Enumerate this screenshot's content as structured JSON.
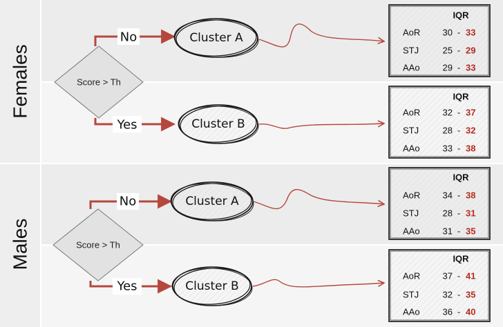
{
  "panels": [
    {
      "label": "Females",
      "decision": "Score > Th",
      "branches": [
        {
          "answer": "No",
          "cluster": "Cluster A",
          "table": {
            "header": "IQR",
            "rows": [
              {
                "name": "AoR",
                "low": "30",
                "sep": "-",
                "high": "33"
              },
              {
                "name": "STJ",
                "low": "25",
                "sep": "-",
                "high": "29"
              },
              {
                "name": "AAo",
                "low": "29",
                "sep": "-",
                "high": "33"
              }
            ]
          }
        },
        {
          "answer": "Yes",
          "cluster": "Cluster B",
          "table": {
            "header": "IQR",
            "rows": [
              {
                "name": "AoR",
                "low": "32",
                "sep": "-",
                "high": "37"
              },
              {
                "name": "STJ",
                "low": "28",
                "sep": "-",
                "high": "32"
              },
              {
                "name": "AAo",
                "low": "33",
                "sep": "-",
                "high": "38"
              }
            ]
          }
        }
      ]
    },
    {
      "label": "Males",
      "decision": "Score > Th",
      "branches": [
        {
          "answer": "No",
          "cluster": "Cluster A",
          "table": {
            "header": "IQR",
            "rows": [
              {
                "name": "AoR",
                "low": "34",
                "sep": "-",
                "high": "38"
              },
              {
                "name": "STJ",
                "low": "28",
                "sep": "-",
                "high": "31"
              },
              {
                "name": "AAo",
                "low": "31",
                "sep": "-",
                "high": "35"
              }
            ]
          }
        },
        {
          "answer": "Yes",
          "cluster": "Cluster B",
          "table": {
            "header": "IQR",
            "rows": [
              {
                "name": "AoR",
                "low": "37",
                "sep": "-",
                "high": "41"
              },
              {
                "name": "STJ",
                "low": "32",
                "sep": "-",
                "high": "35"
              },
              {
                "name": "AAo",
                "low": "36",
                "sep": "-",
                "high": "40"
              }
            ]
          }
        }
      ]
    }
  ],
  "colors": {
    "arrow": "#b5473d",
    "highlight": "#b52b20",
    "panel_top": "#ececec",
    "panel_bottom": "#f5f5f5",
    "label_bg": "#eeeeee",
    "diamond": "#e2e2e2"
  }
}
